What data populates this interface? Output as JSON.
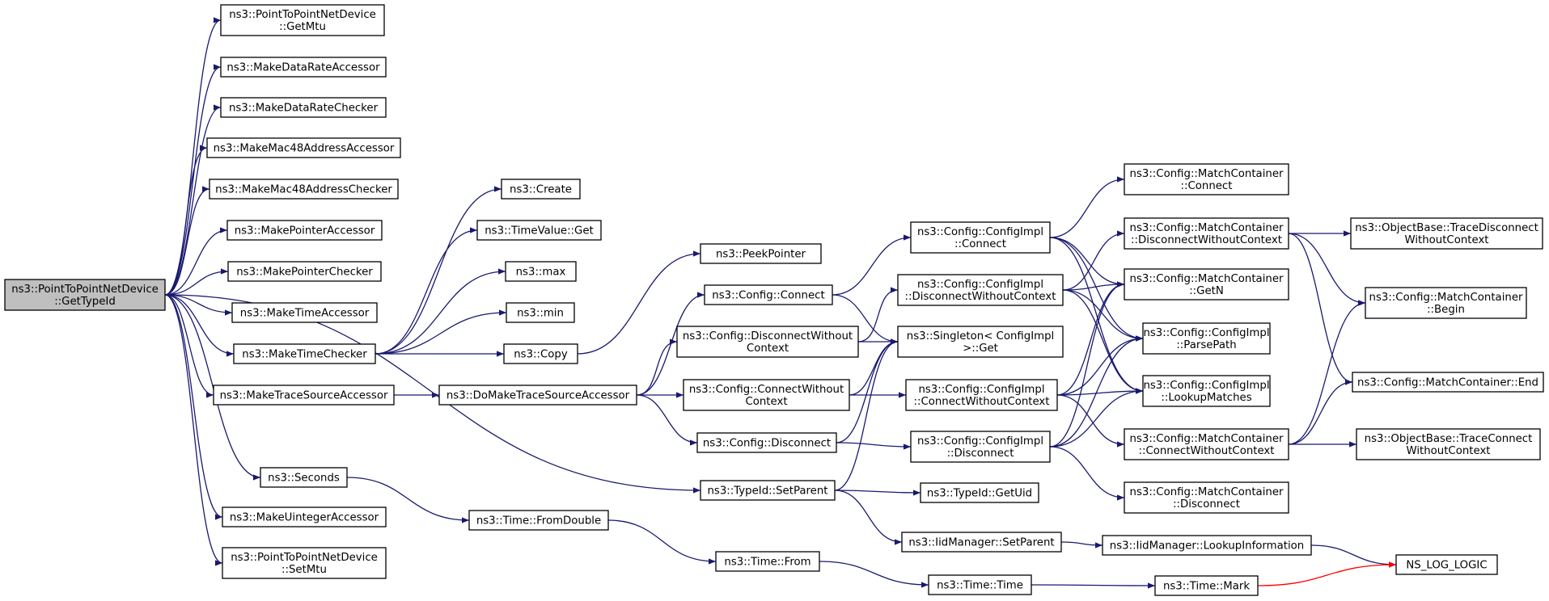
{
  "diagram": {
    "colors": {
      "edge": "#191970",
      "edge_red": "#ff0000",
      "node_fill": "#ffffff",
      "node_border": "#000000",
      "root_fill": "#bfbfbf",
      "truncated_border": "#ff0000"
    },
    "nodes": [
      {
        "id": "root",
        "lines": [
          "ns3::PointToPointNetDevice",
          "::GetTypeId"
        ],
        "style": "root"
      },
      {
        "id": "getmtu",
        "lines": [
          "ns3::PointToPointNetDevice",
          "::GetMtu"
        ]
      },
      {
        "id": "mkdrate_acc",
        "lines": [
          "ns3::MakeDataRateAccessor"
        ]
      },
      {
        "id": "mkdrate_chk",
        "lines": [
          "ns3::MakeDataRateChecker"
        ]
      },
      {
        "id": "mkmac_acc",
        "lines": [
          "ns3::MakeMac48AddressAccessor"
        ]
      },
      {
        "id": "mkmac_chk",
        "lines": [
          "ns3::MakeMac48AddressChecker"
        ]
      },
      {
        "id": "mkptr_acc",
        "lines": [
          "ns3::MakePointerAccessor"
        ]
      },
      {
        "id": "mkptr_chk",
        "lines": [
          "ns3::MakePointerChecker"
        ]
      },
      {
        "id": "mktime_acc",
        "lines": [
          "ns3::MakeTimeAccessor"
        ]
      },
      {
        "id": "mktime_chk",
        "lines": [
          "ns3::MakeTimeChecker"
        ]
      },
      {
        "id": "mktrace_acc",
        "lines": [
          "ns3::MakeTraceSourceAccessor"
        ]
      },
      {
        "id": "seconds",
        "lines": [
          "ns3::Seconds"
        ]
      },
      {
        "id": "mkuint_acc",
        "lines": [
          "ns3::MakeUintegerAccessor"
        ]
      },
      {
        "id": "setmtu",
        "lines": [
          "ns3::PointToPointNetDevice",
          "::SetMtu"
        ]
      },
      {
        "id": "create",
        "lines": [
          "ns3::Create"
        ]
      },
      {
        "id": "timevalue_get",
        "lines": [
          "ns3::TimeValue::Get"
        ]
      },
      {
        "id": "max",
        "lines": [
          "ns3::max"
        ]
      },
      {
        "id": "min",
        "lines": [
          "ns3::min"
        ]
      },
      {
        "id": "copy",
        "lines": [
          "ns3::Copy"
        ]
      },
      {
        "id": "domktrace",
        "lines": [
          "ns3::DoMakeTraceSourceAccessor"
        ]
      },
      {
        "id": "fromdouble",
        "lines": [
          "ns3::Time::FromDouble"
        ]
      },
      {
        "id": "peekptr",
        "lines": [
          "ns3::PeekPointer"
        ]
      },
      {
        "id": "cfg_connect",
        "lines": [
          "ns3::Config::Connect"
        ]
      },
      {
        "id": "cfg_disc_wo",
        "lines": [
          "ns3::Config::DisconnectWithout",
          "Context"
        ]
      },
      {
        "id": "cfg_conn_wo",
        "lines": [
          "ns3::Config::ConnectWithout",
          "Context"
        ]
      },
      {
        "id": "cfg_disconnect",
        "lines": [
          "ns3::Config::Disconnect"
        ]
      },
      {
        "id": "setparent",
        "lines": [
          "ns3::TypeId::SetParent"
        ]
      },
      {
        "id": "time_from",
        "lines": [
          "ns3::Time::From"
        ]
      },
      {
        "id": "ci_connect",
        "lines": [
          "ns3::Config::ConfigImpl",
          "::Connect"
        ]
      },
      {
        "id": "ci_disc_wo",
        "lines": [
          "ns3::Config::ConfigImpl",
          "::DisconnectWithoutContext"
        ]
      },
      {
        "id": "singleton_get",
        "lines": [
          "ns3::Singleton< ConfigImpl",
          " >::Get"
        ]
      },
      {
        "id": "ci_conn_wo",
        "lines": [
          "ns3::Config::ConfigImpl",
          "::ConnectWithoutContext"
        ]
      },
      {
        "id": "ci_disconnect",
        "lines": [
          "ns3::Config::ConfigImpl",
          "::Disconnect"
        ]
      },
      {
        "id": "getuid",
        "lines": [
          "ns3::TypeId::GetUid"
        ]
      },
      {
        "id": "iid_setparent",
        "lines": [
          "ns3::IidManager::SetParent"
        ]
      },
      {
        "id": "time_time",
        "lines": [
          "ns3::Time::Time"
        ]
      },
      {
        "id": "mc_connect",
        "lines": [
          "ns3::Config::MatchContainer",
          "::Connect"
        ]
      },
      {
        "id": "mc_disc_wo",
        "lines": [
          "ns3::Config::MatchContainer",
          "::DisconnectWithoutContext"
        ]
      },
      {
        "id": "mc_getn",
        "lines": [
          "ns3::Config::MatchContainer",
          "::GetN"
        ]
      },
      {
        "id": "ci_parsepath",
        "lines": [
          "ns3::Config::ConfigImpl",
          "::ParsePath"
        ]
      },
      {
        "id": "ci_lookup",
        "lines": [
          "ns3::Config::ConfigImpl",
          "::LookupMatches"
        ]
      },
      {
        "id": "mc_conn_wo",
        "lines": [
          "ns3::Config::MatchContainer",
          "::ConnectWithoutContext"
        ]
      },
      {
        "id": "mc_disconnect",
        "lines": [
          "ns3::Config::MatchContainer",
          "::Disconnect"
        ]
      },
      {
        "id": "iid_lookupinfo",
        "lines": [
          "ns3::IidManager::LookupInformation"
        ]
      },
      {
        "id": "time_mark",
        "lines": [
          "ns3::Time::Mark"
        ],
        "style": "truncated"
      },
      {
        "id": "ob_tracedisc_wo",
        "lines": [
          "ns3::ObjectBase::TraceDisconnect",
          "WithoutContext"
        ],
        "style": "truncated"
      },
      {
        "id": "mc_begin",
        "lines": [
          "ns3::Config::MatchContainer",
          "::Begin"
        ]
      },
      {
        "id": "mc_end",
        "lines": [
          "ns3::Config::MatchContainer::End"
        ]
      },
      {
        "id": "ob_traceconn_wo",
        "lines": [
          "ns3::ObjectBase::TraceConnect",
          "WithoutContext"
        ],
        "style": "truncated"
      },
      {
        "id": "ns_log_logic",
        "lines": [
          "NS_LOG_LOGIC"
        ]
      }
    ],
    "edges": [
      [
        "root",
        "getmtu"
      ],
      [
        "root",
        "mkdrate_acc"
      ],
      [
        "root",
        "mkdrate_chk"
      ],
      [
        "root",
        "mkmac_acc"
      ],
      [
        "root",
        "mkmac_chk"
      ],
      [
        "root",
        "mkptr_acc"
      ],
      [
        "root",
        "mkptr_chk"
      ],
      [
        "root",
        "mktime_acc"
      ],
      [
        "root",
        "mktime_chk"
      ],
      [
        "root",
        "mktrace_acc"
      ],
      [
        "root",
        "seconds"
      ],
      [
        "root",
        "mkuint_acc"
      ],
      [
        "root",
        "setmtu"
      ],
      [
        "root",
        "setparent"
      ],
      [
        "mktime_chk",
        "create"
      ],
      [
        "mktime_chk",
        "timevalue_get"
      ],
      [
        "mktime_chk",
        "max"
      ],
      [
        "mktime_chk",
        "min"
      ],
      [
        "mktime_chk",
        "copy"
      ],
      [
        "mktrace_acc",
        "domktrace"
      ],
      [
        "seconds",
        "fromdouble"
      ],
      [
        "copy",
        "peekptr"
      ],
      [
        "domktrace",
        "cfg_connect"
      ],
      [
        "domktrace",
        "cfg_disc_wo"
      ],
      [
        "domktrace",
        "cfg_conn_wo"
      ],
      [
        "domktrace",
        "cfg_disconnect"
      ],
      [
        "fromdouble",
        "time_from"
      ],
      [
        "cfg_connect",
        "ci_connect"
      ],
      [
        "cfg_connect",
        "singleton_get"
      ],
      [
        "cfg_disc_wo",
        "ci_disc_wo"
      ],
      [
        "cfg_disc_wo",
        "singleton_get"
      ],
      [
        "cfg_conn_wo",
        "singleton_get"
      ],
      [
        "cfg_conn_wo",
        "ci_conn_wo"
      ],
      [
        "cfg_disconnect",
        "singleton_get"
      ],
      [
        "cfg_disconnect",
        "ci_disconnect"
      ],
      [
        "setparent",
        "singleton_get"
      ],
      [
        "setparent",
        "getuid"
      ],
      [
        "setparent",
        "iid_setparent"
      ],
      [
        "time_from",
        "time_time"
      ],
      [
        "ci_connect",
        "mc_connect"
      ],
      [
        "ci_connect",
        "mc_getn"
      ],
      [
        "ci_connect",
        "ci_parsepath"
      ],
      [
        "ci_connect",
        "ci_lookup"
      ],
      [
        "ci_disc_wo",
        "mc_disc_wo"
      ],
      [
        "ci_disc_wo",
        "mc_getn"
      ],
      [
        "ci_disc_wo",
        "ci_parsepath"
      ],
      [
        "ci_disc_wo",
        "ci_lookup"
      ],
      [
        "ci_conn_wo",
        "mc_getn"
      ],
      [
        "ci_conn_wo",
        "ci_parsepath"
      ],
      [
        "ci_conn_wo",
        "ci_lookup"
      ],
      [
        "ci_conn_wo",
        "mc_conn_wo"
      ],
      [
        "ci_disconnect",
        "mc_getn"
      ],
      [
        "ci_disconnect",
        "ci_parsepath"
      ],
      [
        "ci_disconnect",
        "ci_lookup"
      ],
      [
        "ci_disconnect",
        "mc_disconnect"
      ],
      [
        "iid_setparent",
        "iid_lookupinfo"
      ],
      [
        "time_time",
        "time_mark"
      ],
      [
        "mc_disc_wo",
        "ob_tracedisc_wo"
      ],
      [
        "mc_disc_wo",
        "mc_begin"
      ],
      [
        "mc_disc_wo",
        "mc_end"
      ],
      [
        "mc_conn_wo",
        "mc_begin"
      ],
      [
        "mc_conn_wo",
        "mc_end"
      ],
      [
        "mc_conn_wo",
        "ob_traceconn_wo"
      ],
      [
        "iid_lookupinfo",
        "ns_log_logic"
      ],
      [
        "time_mark",
        "ns_log_logic",
        "red"
      ]
    ]
  }
}
